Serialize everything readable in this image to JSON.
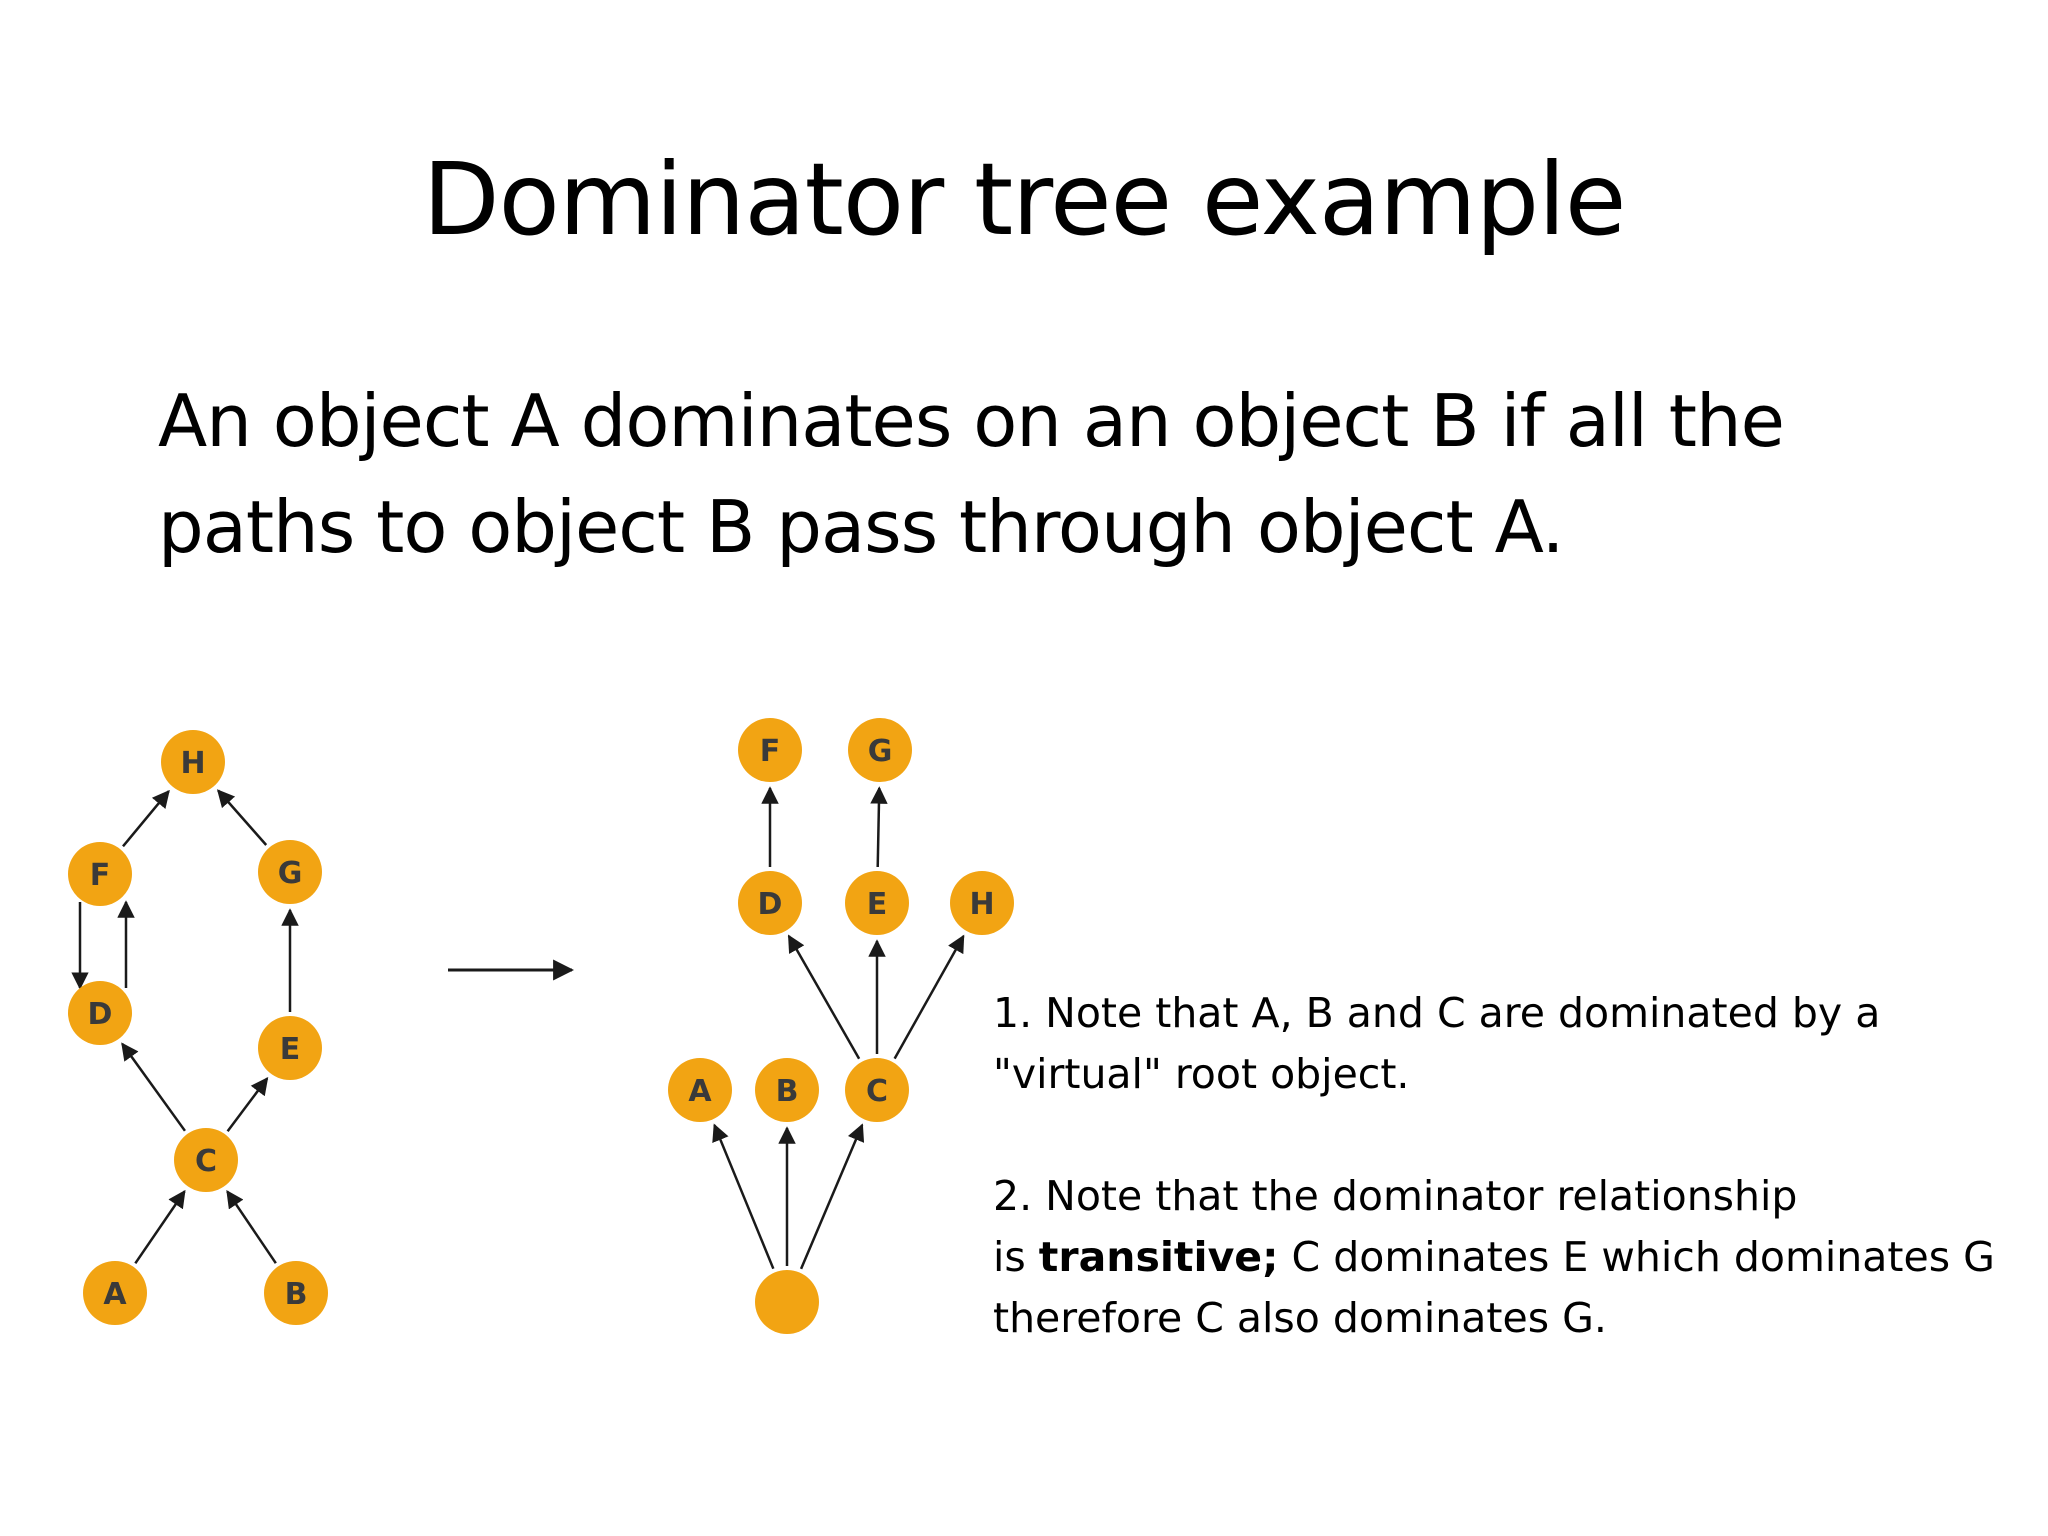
{
  "slide": {
    "title": "Dominator tree example",
    "definition_line1": "An object A dominates on an object B if all the",
    "definition_line2": "paths to object B pass through object A."
  },
  "colors": {
    "node_fill": "#f2a413",
    "edge": "#1a1a1a",
    "node_label": "#3a3a3a"
  },
  "graphs": {
    "object_graph": {
      "nodes": [
        "H",
        "F",
        "G",
        "D",
        "E",
        "C",
        "A",
        "B"
      ],
      "edges": [
        [
          "F",
          "H"
        ],
        [
          "G",
          "H"
        ],
        [
          "F",
          "D"
        ],
        [
          "D",
          "F"
        ],
        [
          "E",
          "G"
        ],
        [
          "C",
          "D"
        ],
        [
          "C",
          "E"
        ],
        [
          "A",
          "C"
        ],
        [
          "B",
          "C"
        ]
      ]
    },
    "dominator_tree": {
      "nodes": [
        "F",
        "G",
        "D",
        "E",
        "H",
        "A",
        "B",
        "C",
        ""
      ],
      "edges": [
        [
          "D",
          "F"
        ],
        [
          "E",
          "G"
        ],
        [
          "C",
          "D"
        ],
        [
          "C",
          "E"
        ],
        [
          "C",
          "H"
        ],
        [
          "root",
          "A"
        ],
        [
          "root",
          "B"
        ],
        [
          "root",
          "C"
        ]
      ]
    }
  },
  "notes": {
    "note1_line1": "1. Note that A, B and C are dominated by a",
    "note1_line2": "\"virtual\" root object.",
    "note2_line1": "2. Note that the dominator relationship",
    "note2_line2_prefix": "is ",
    "note2_line2_bold": "transitive;",
    "note2_line2_rest": " C dominates E which dominates G",
    "note2_line3": "therefore C also dominates G."
  }
}
